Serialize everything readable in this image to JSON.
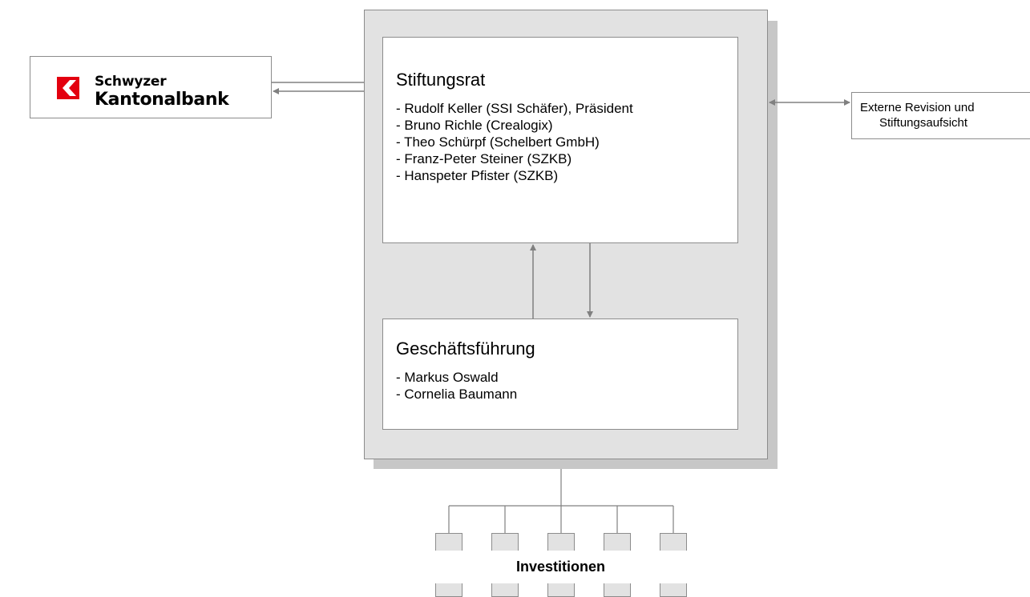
{
  "logo": {
    "line1": "Schwyzer",
    "line2": "Kantonalbank",
    "brand_color": "#e3000f"
  },
  "stiftungsrat": {
    "title": "Stiftungsrat",
    "members": [
      "- Rudolf Keller (SSI Schäfer), Präsident",
      "- Bruno Richle (Crealogix)",
      "- Theo Schürpf (Schelbert GmbH)",
      "- Franz-Peter Steiner (SZKB)",
      "- Hanspeter Pfister (SZKB)"
    ]
  },
  "geschaeftsfuehrung": {
    "title": "Geschäftsführung",
    "members": [
      "- Markus Oswald",
      "- Cornelia Baumann"
    ]
  },
  "external": {
    "line1": "Externe Revision und",
    "line2": "Stiftungsaufsicht"
  },
  "investments": {
    "label": "Investitionen"
  },
  "colors": {
    "container_fill": "#e2e2e2",
    "shadow": "#c7c7c7",
    "connector": "#808080"
  }
}
